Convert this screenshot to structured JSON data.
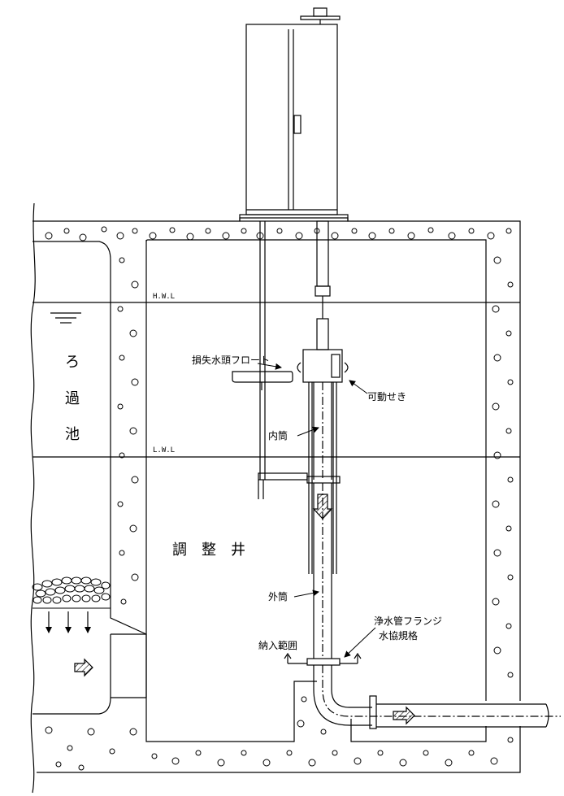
{
  "labels": {
    "hwl": "H.W.L",
    "lwl": "L.W.L",
    "filter_basin_1": "ろ",
    "filter_basin_2": "過",
    "filter_basin_3": "池",
    "head_loss_float": "損失水頭フロート",
    "movable_weir": "可動せき",
    "inner_tube": "内筒",
    "adjust_well_1": "調",
    "adjust_well_2": "整",
    "adjust_well_3": "井",
    "outer_tube": "外筒",
    "pipe_flange_1": "浄水管フランジ",
    "pipe_flange_2": "水協規格",
    "supply_range": "納入範囲"
  },
  "colors": {
    "line": "#000000",
    "background": "#ffffff"
  }
}
